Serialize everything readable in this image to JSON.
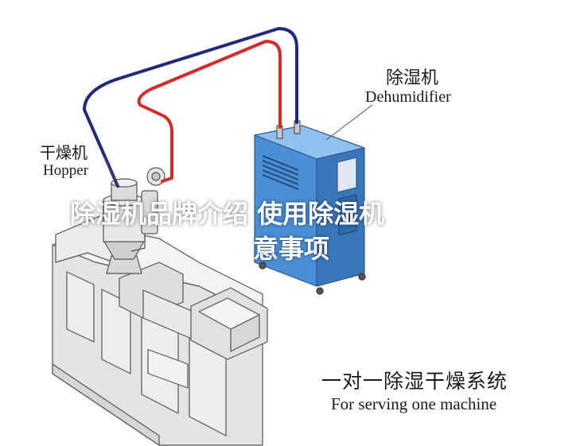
{
  "labels": {
    "hopper_cn": "干燥机",
    "hopper_en": "Hopper",
    "dehumidifier_cn": "除湿机",
    "dehumidifier_en": "Dehumidifier",
    "system_cn": "一对一除湿干燥系统",
    "system_en": "For serving one machine"
  },
  "overlay": {
    "line1": "除湿机品牌介绍 使用除湿机",
    "line2": "意事项"
  },
  "colors": {
    "return_pipe": "#1f2a7a",
    "supply_pipe": "#d42a2a",
    "dehumidifier_body": "#4a8fd6",
    "machine_body": "#e9e9ea",
    "outline": "#555555"
  }
}
